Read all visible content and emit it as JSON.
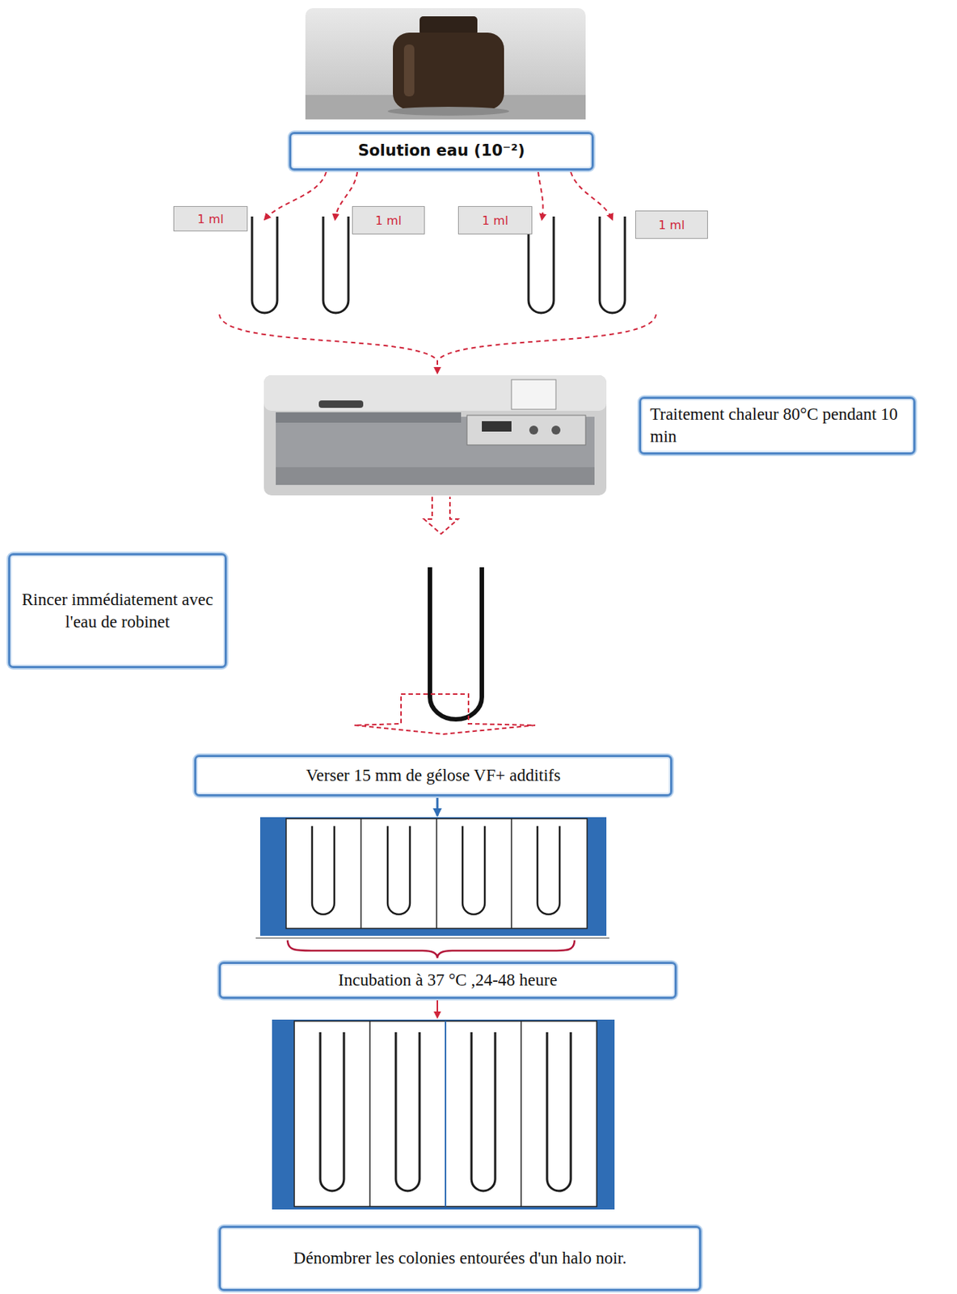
{
  "diagram": {
    "nodes": [
      {
        "text": [
          "Solution eau (10⁻²)"
        ]
      },
      {
        "text": [
          "Traitement chaleur 80°C pendant 10 min"
        ]
      },
      {
        "text": [
          "Rincer immédiatement avec l'eau de robinet"
        ]
      },
      {
        "text": [
          "Verser 15 mm de gélose VF+ additifs"
        ]
      },
      {
        "text": [
          "Incubation à 37 °C ,24-48 heure"
        ]
      },
      {
        "text": [
          "Dénombrer les colonies entourées d'un halo noir."
        ]
      }
    ],
    "labels": [
      "1 ml",
      "1 ml",
      "1 ml",
      "1 ml"
    ]
  }
}
